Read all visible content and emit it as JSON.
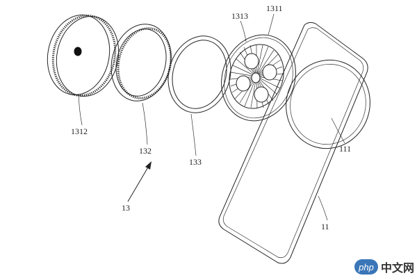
{
  "labels": {
    "l1312": "1312",
    "l132": "132",
    "l133": "133",
    "l1313": "1313",
    "l1311": "1311",
    "l111": "111",
    "l13": "13",
    "l11": "11"
  },
  "watermark": {
    "logo": "php",
    "text": "中文网"
  },
  "colors": {
    "line": "#222222",
    "watermark_blue": "#3a76b8"
  }
}
